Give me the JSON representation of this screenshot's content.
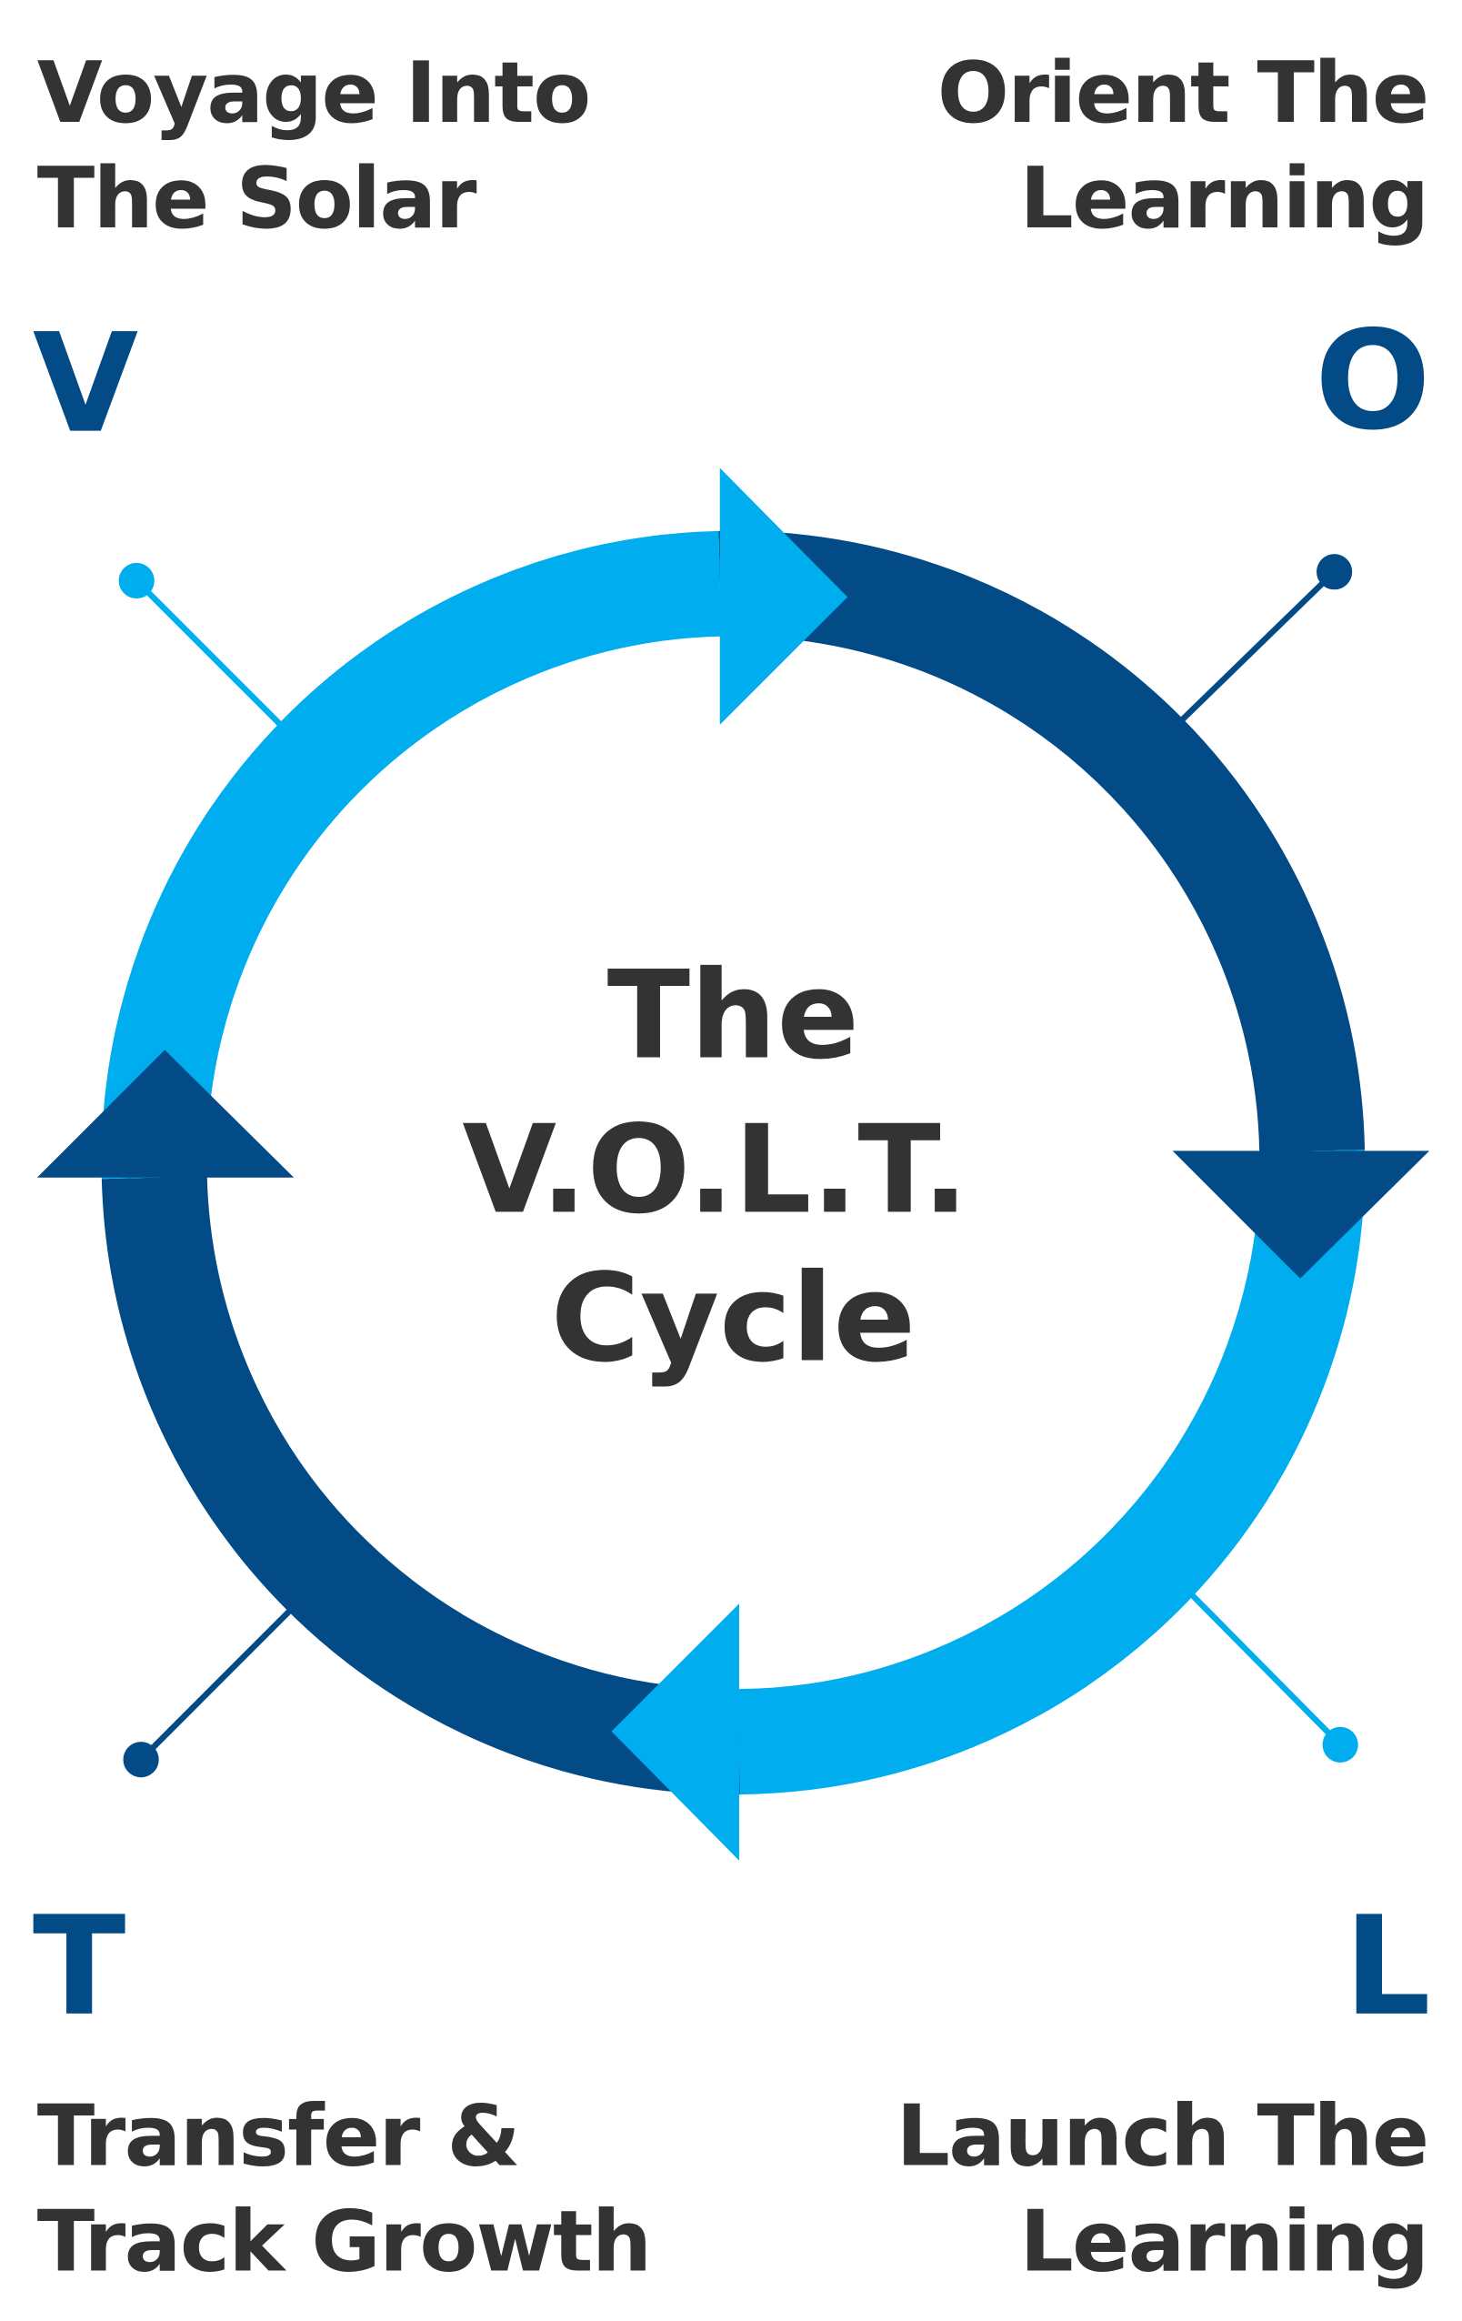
{
  "colors": {
    "dark_blue": "#034b87",
    "light_blue": "#00aeef",
    "text": "#333333"
  },
  "center": {
    "line1": "The",
    "line2": "V.O.L.T.",
    "line3": "Cycle"
  },
  "steps": [
    {
      "letter": "V",
      "title_line1": "Voyage Into",
      "title_line2": "The Solar"
    },
    {
      "letter": "O",
      "title_line1": "Orient The",
      "title_line2": "Learning"
    },
    {
      "letter": "L",
      "title_line1": "Launch The",
      "title_line2": "Learning"
    },
    {
      "letter": "T",
      "title_line1": "Transfer &",
      "title_line2": "Track Growth"
    }
  ]
}
